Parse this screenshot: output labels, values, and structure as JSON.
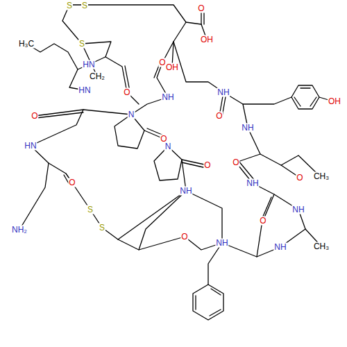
{
  "diagram": {
    "labels": [
      "H₃C",
      "S",
      "S",
      "S",
      "HN",
      "CH₂",
      "O",
      "OH",
      "O",
      "OH",
      "NH",
      "HN",
      "O",
      "NH",
      "OH",
      "O",
      "N",
      "O",
      "NH",
      "O",
      "N",
      "HN",
      "O",
      "O",
      "O",
      "O",
      "NH",
      "NH",
      "CH₃",
      "NH₂",
      "S",
      "S",
      "NH",
      "O",
      "NH",
      "O",
      "NH",
      "CH₃"
    ]
  }
}
